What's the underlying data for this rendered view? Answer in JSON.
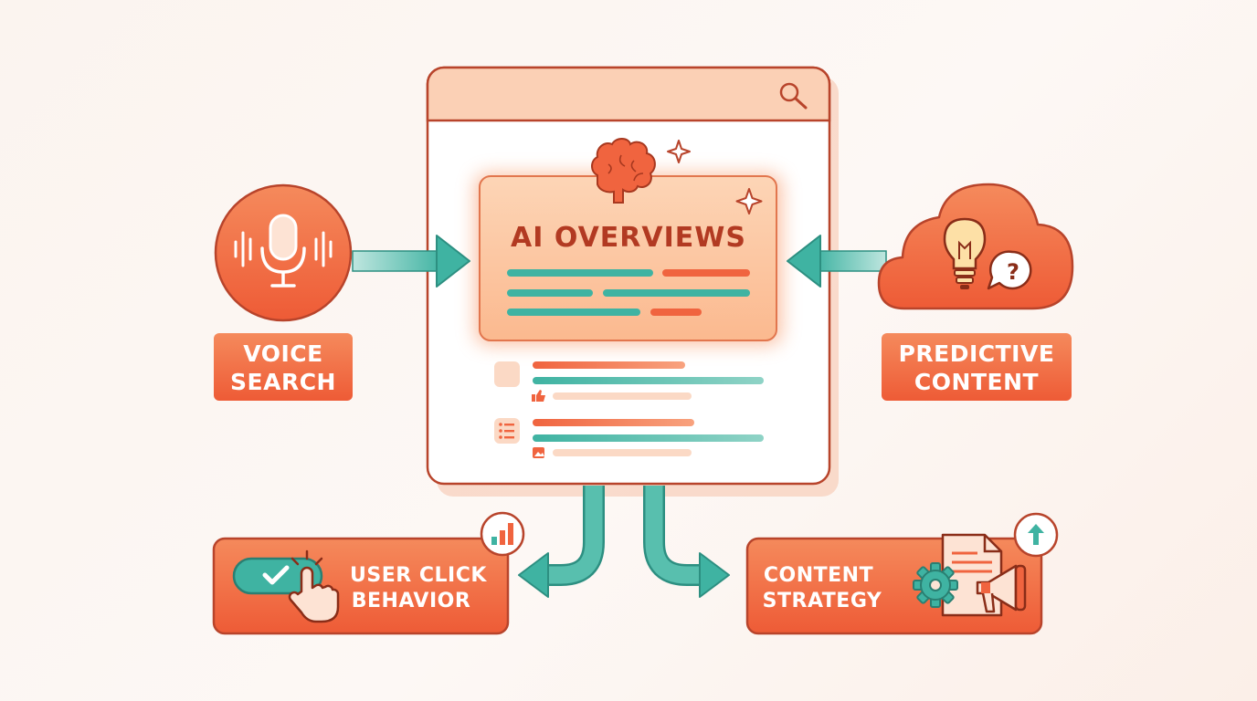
{
  "center": {
    "title": "AI OVERVIEWS"
  },
  "nodes": {
    "voice_search": {
      "line1": "VOICE",
      "line2": "SEARCH"
    },
    "predictive_content": {
      "line1": "PREDICTIVE",
      "line2": "CONTENT"
    },
    "user_click_behavior": {
      "line1": "USER CLICK",
      "line2": "BEHAVIOR"
    },
    "content_strategy": {
      "line1": "CONTENT",
      "line2": "STRATEGY"
    }
  },
  "colors": {
    "accent_orange": "#f0643f",
    "accent_teal": "#3fb3a2",
    "outline": "#b8442b",
    "panel_peach": "#fcc9a8"
  },
  "icons": [
    "search-icon",
    "brain-icon",
    "sparkle-icon",
    "microphone-icon",
    "lightbulb-icon",
    "question-icon",
    "cloud-icon",
    "checkmark-icon",
    "pointer-hand-icon",
    "bar-chart-icon",
    "document-icon",
    "gear-icon",
    "megaphone-icon",
    "up-arrow-icon",
    "thumbs-up-icon",
    "list-icon",
    "image-icon"
  ]
}
